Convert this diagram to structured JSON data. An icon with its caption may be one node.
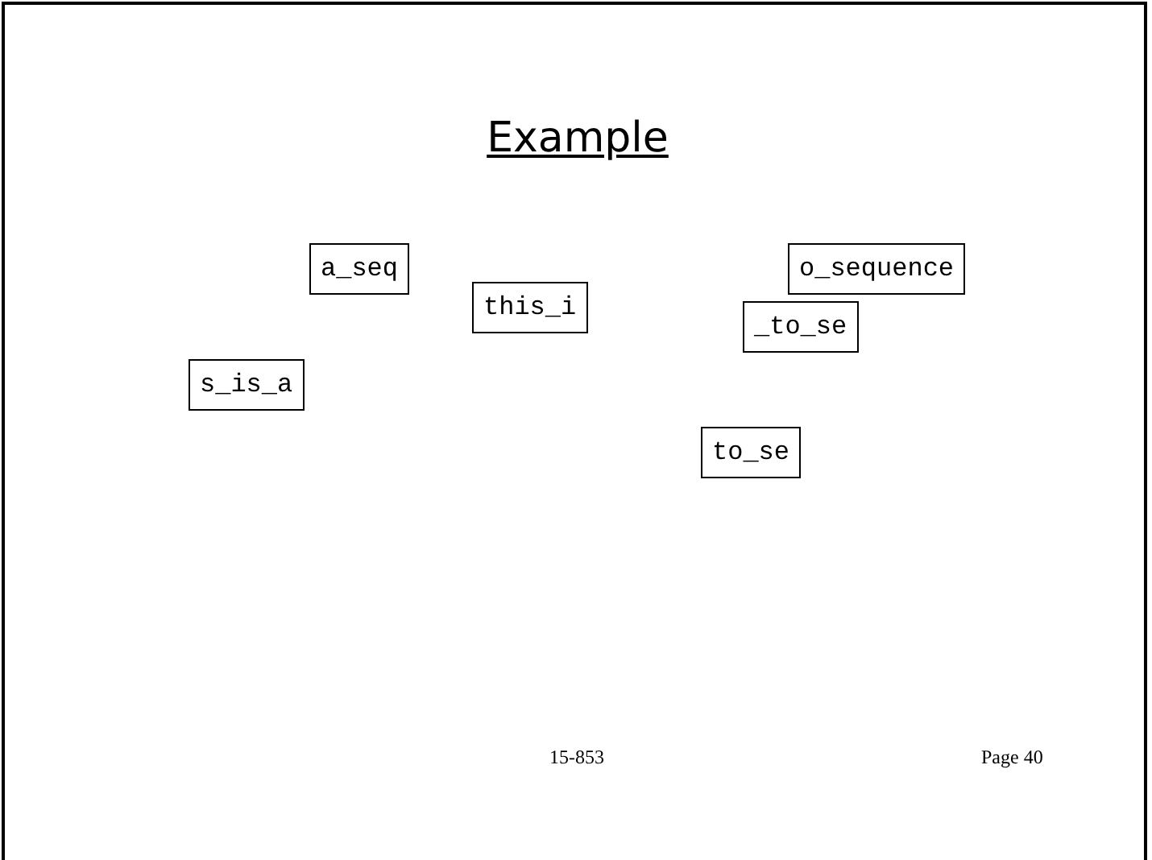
{
  "diagram": {
    "title": "Example",
    "nodes": [
      {
        "text": [
          "a_seq"
        ]
      },
      {
        "text": [
          "o_sequence"
        ]
      },
      {
        "text": [
          "this_i"
        ]
      },
      {
        "text": [
          "_to_se"
        ]
      },
      {
        "text": [
          "s_is_a"
        ]
      },
      {
        "text": [
          "to_se"
        ]
      }
    ],
    "labels": [
      "15-853",
      "Page 40"
    ]
  }
}
